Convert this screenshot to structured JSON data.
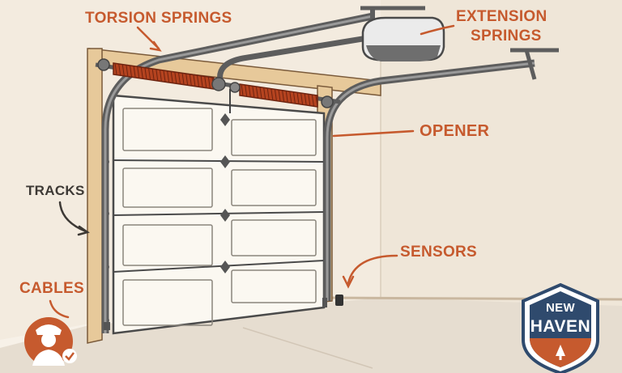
{
  "labels": {
    "torsion": "TORSION SPRINGS",
    "extension_1": "EXTENSION",
    "extension_2": "SPRINGS",
    "opener": "OPENER",
    "tracks": "TRACKS",
    "sensors": "SENSORS",
    "cables": "CABLES"
  },
  "badge": {
    "line1": "NEW",
    "line2": "HAVEN"
  },
  "colors": {
    "accent": "#c65a2e",
    "dark_text": "#3d3935",
    "badge_blue": "#2f4a6d",
    "background": "#f7f1e8"
  },
  "icons": [
    "technician-check-icon",
    "tree-icon"
  ]
}
